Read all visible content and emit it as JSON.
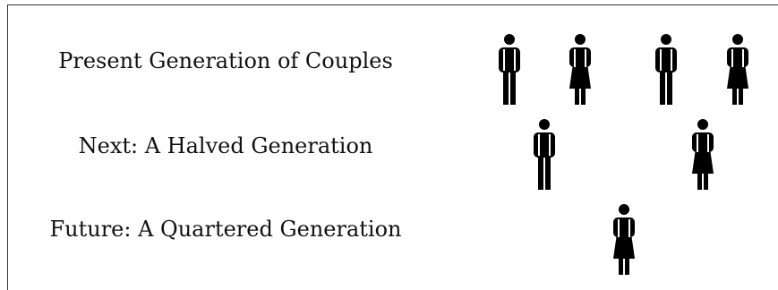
{
  "rows": [
    {
      "label": "Present Generation of Couples",
      "figures": [
        {
          "icon": "man-icon"
        },
        {
          "icon": "woman-icon"
        },
        {
          "icon": "man-icon"
        },
        {
          "icon": "woman-icon"
        }
      ]
    },
    {
      "label": "Next: A Halved Generation",
      "figures": [
        {
          "icon": "man-icon"
        },
        {
          "icon": "woman-icon"
        }
      ]
    },
    {
      "label": "Future: A Quartered Generation",
      "figures": [
        {
          "icon": "woman-icon"
        }
      ]
    }
  ],
  "colors": {
    "figure": "#000000",
    "text": "#111111",
    "border": "#333333"
  }
}
